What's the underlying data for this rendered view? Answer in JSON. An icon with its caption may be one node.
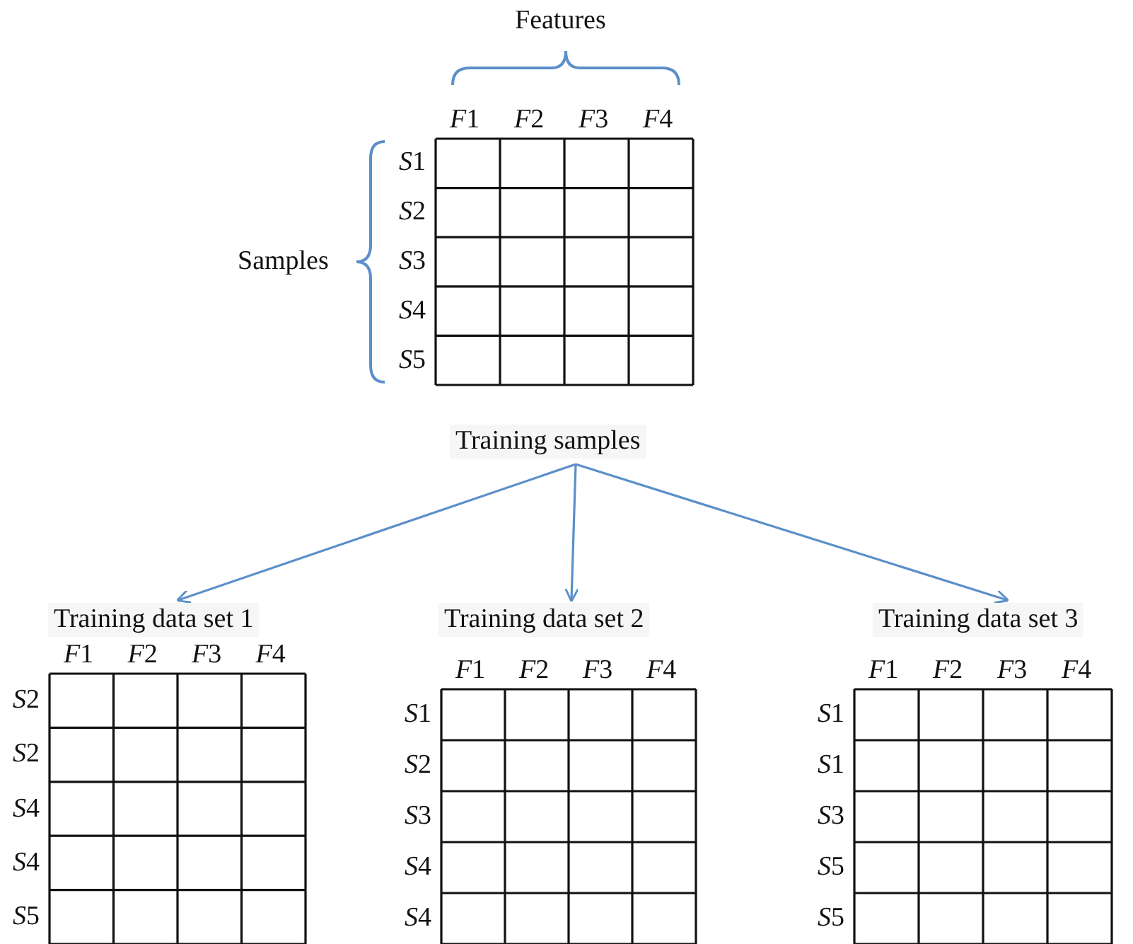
{
  "diagram": {
    "nodes": [
      {
        "text": [
          "Training samples"
        ]
      },
      {
        "text": [
          "Training data set 1"
        ]
      },
      {
        "text": [
          "Training data set 2"
        ]
      },
      {
        "text": [
          "Training data set 3"
        ]
      }
    ],
    "edges": [
      {
        "from": 0,
        "to": 1,
        "arrow": "to"
      },
      {
        "from": 0,
        "to": 2,
        "arrow": "to"
      },
      {
        "from": 0,
        "to": 3,
        "arrow": "to"
      }
    ],
    "labels": [
      "Features",
      "F1",
      "F2",
      "F3",
      "F4",
      "Samples",
      "S1",
      "S2",
      "S3",
      "S4",
      "S5",
      "F1",
      "F2",
      "F3",
      "F4",
      "S2",
      "S2",
      "S4",
      "S4",
      "S5",
      "F1",
      "F2",
      "F3",
      "F4",
      "S1",
      "S2",
      "S3",
      "S4",
      "S4",
      "F1",
      "F2",
      "F3",
      "F4",
      "S1",
      "S1",
      "S3",
      "S5",
      "S5"
    ]
  }
}
